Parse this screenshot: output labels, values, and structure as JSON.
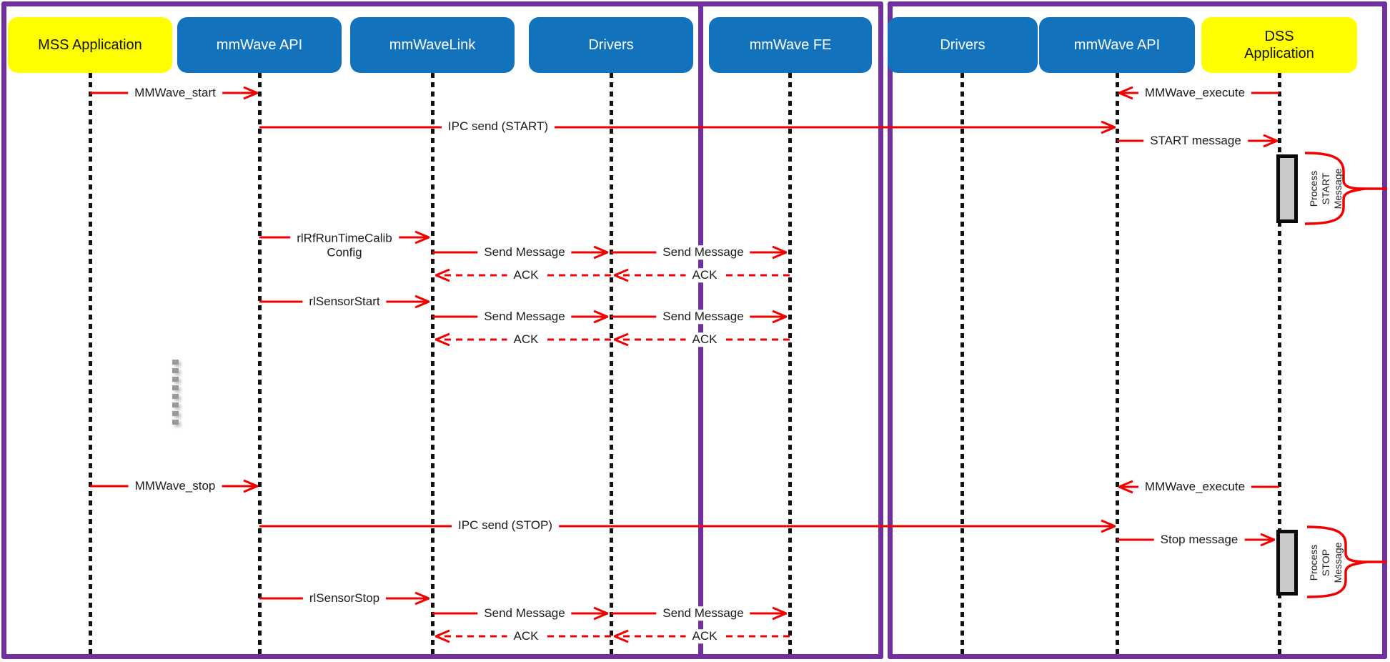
{
  "colors": {
    "frame_purple": "#7030A0",
    "box_blue": "#1273BC",
    "box_yellow": "#FFFF00",
    "arrow_red": "#F20000",
    "activation_gray": "#C9C9C9"
  },
  "lifelines": [
    {
      "id": "mss-application",
      "label": "MSS Application"
    },
    {
      "id": "mmwave-api-mss",
      "label": "mmWave API"
    },
    {
      "id": "mmwavelink",
      "label": "mmWaveLink"
    },
    {
      "id": "drivers-mss",
      "label": "Drivers"
    },
    {
      "id": "mmwave-fe",
      "label": "mmWave FE"
    },
    {
      "id": "drivers-dss",
      "label": "Drivers"
    },
    {
      "id": "mmwave-api-dss",
      "label": "mmWave API"
    },
    {
      "id": "dss-application",
      "label": "DSS\nApplication"
    }
  ],
  "messages": [
    {
      "label": "MMWave_start",
      "from": "MSS Application",
      "to": "mmWave API (MSS)",
      "style": "solid"
    },
    {
      "label": "IPC send (START)",
      "from": "mmWave API (MSS)",
      "to": "mmWave API (DSS)",
      "style": "solid"
    },
    {
      "label": "MMWave_execute",
      "from": "DSS Application",
      "to": "mmWave API (DSS)",
      "style": "solid"
    },
    {
      "label": "START message",
      "from": "mmWave API (DSS)",
      "to": "DSS Application",
      "style": "solid"
    },
    {
      "label": "rlRfRunTimeCalib\nConfig",
      "from": "mmWave API (MSS)",
      "to": "mmWaveLink",
      "style": "solid"
    },
    {
      "label": "Send Message",
      "from": "mmWaveLink",
      "to": "Drivers (MSS)",
      "style": "solid"
    },
    {
      "label": "Send Message",
      "from": "Drivers (MSS)",
      "to": "mmWave FE",
      "style": "solid"
    },
    {
      "label": "ACK",
      "from": "Drivers (MSS)",
      "to": "mmWaveLink",
      "style": "dashed"
    },
    {
      "label": "ACK",
      "from": "mmWave FE",
      "to": "Drivers (MSS)",
      "style": "dashed"
    },
    {
      "label": "rlSensorStart",
      "from": "mmWave API (MSS)",
      "to": "mmWaveLink",
      "style": "solid"
    },
    {
      "label": "Send Message",
      "from": "mmWaveLink",
      "to": "Drivers (MSS)",
      "style": "solid"
    },
    {
      "label": "Send Message",
      "from": "Drivers (MSS)",
      "to": "mmWave FE",
      "style": "solid"
    },
    {
      "label": "ACK",
      "from": "Drivers (MSS)",
      "to": "mmWaveLink",
      "style": "dashed"
    },
    {
      "label": "ACK",
      "from": "mmWave FE",
      "to": "Drivers (MSS)",
      "style": "dashed"
    },
    {
      "label": "MMWave_stop",
      "from": "MSS Application",
      "to": "mmWave API (MSS)",
      "style": "solid"
    },
    {
      "label": "IPC send (STOP)",
      "from": "mmWave API (MSS)",
      "to": "mmWave API (DSS)",
      "style": "solid"
    },
    {
      "label": "MMWave_execute",
      "from": "DSS Application",
      "to": "mmWave API (DSS)",
      "style": "solid"
    },
    {
      "label": "Stop message",
      "from": "mmWave API (DSS)",
      "to": "DSS Application",
      "style": "solid"
    },
    {
      "label": "rlSensorStop",
      "from": "mmWave API (MSS)",
      "to": "mmWaveLink",
      "style": "solid"
    },
    {
      "label": "Send Message",
      "from": "mmWaveLink",
      "to": "Drivers (MSS)",
      "style": "solid"
    },
    {
      "label": "Send Message",
      "from": "Drivers (MSS)",
      "to": "mmWave FE",
      "style": "solid"
    },
    {
      "label": "ACK",
      "from": "Drivers (MSS)",
      "to": "mmWaveLink",
      "style": "dashed"
    },
    {
      "label": "ACK",
      "from": "mmWave FE",
      "to": "Drivers (MSS)",
      "style": "dashed"
    }
  ],
  "annotations": [
    {
      "label": "Process\nSTART\nMessage"
    },
    {
      "label": "Process\nSTOP\nMessage"
    }
  ]
}
